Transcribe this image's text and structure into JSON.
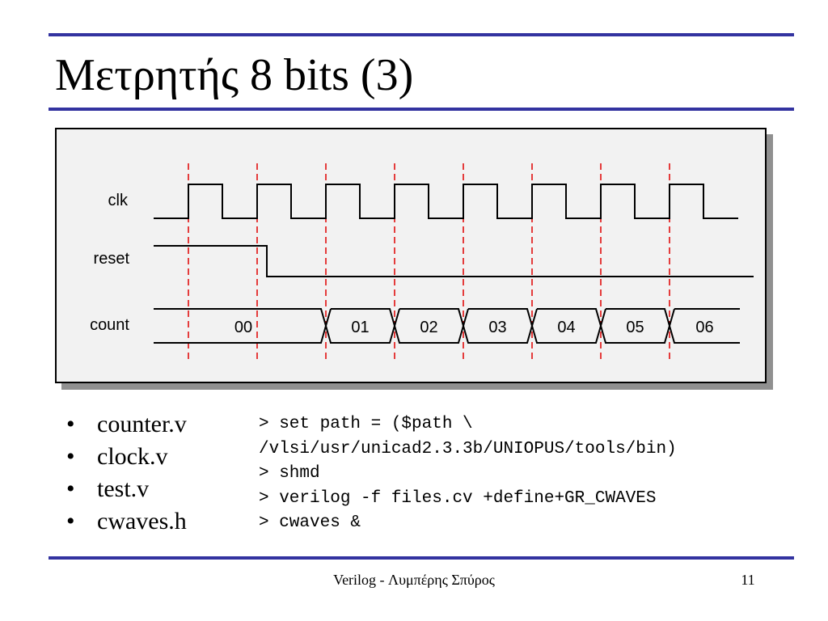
{
  "slide": {
    "title": "Μετρητής 8 bits (3)",
    "accent_color": "#3333a0"
  },
  "timing": {
    "signals": {
      "clk": "clk",
      "reset": "reset",
      "count": "count"
    },
    "clock_cycles": 8,
    "reset_deasserted_after_edge": 1,
    "count_values": [
      "00",
      "01",
      "02",
      "03",
      "04",
      "05",
      "06"
    ],
    "edge_marker_color": "#e00000"
  },
  "bullets": [
    "counter.v",
    "clock.v",
    "test.v",
    "cwaves.h"
  ],
  "commands": [
    "> set path = ($path \\",
    "/vlsi/usr/unicad2.3.3b/UNIOPUS/tools/bin)",
    "> shmd",
    "> verilog -f files.cv +define+GR_CWAVES",
    "> cwaves &"
  ],
  "footer": {
    "title": "Verilog - Λυμπέρης Σπύρος",
    "page_number": "11"
  }
}
